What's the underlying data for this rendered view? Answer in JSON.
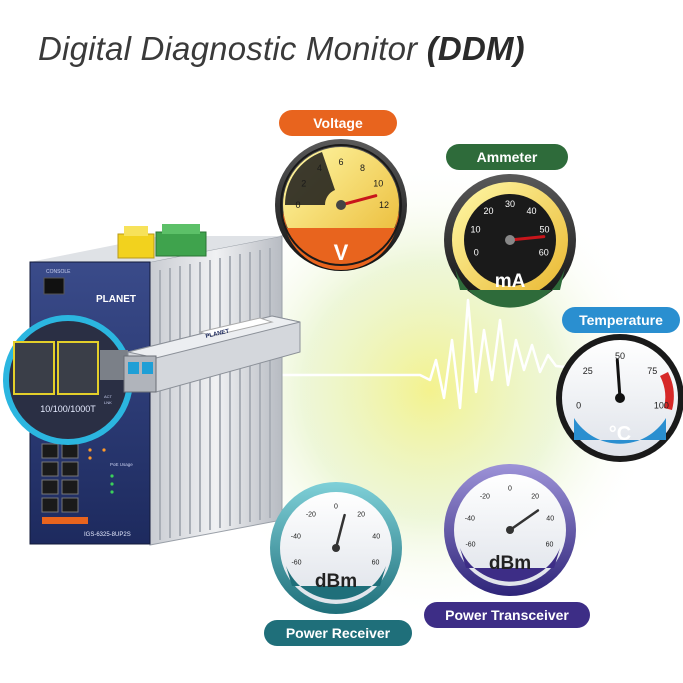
{
  "title": {
    "main": "Digital Diagnostic Monitor ",
    "bold": "(DDM)"
  },
  "colors": {
    "voltage": "#e8641e",
    "ammeter": "#2e6b3a",
    "temperature": "#2a8fd0",
    "power_receiver": "#1f6f7a",
    "power_transceiver": "#3d2d86"
  },
  "gauges": {
    "voltage": {
      "label": "Voltage",
      "unit": "V",
      "ticks": [
        "0",
        "2",
        "4",
        "6",
        "8",
        "10",
        "12"
      ],
      "reading": 11
    },
    "ammeter": {
      "label": "Ammeter",
      "unit": "mA",
      "ticks": [
        "0",
        "10",
        "20",
        "30",
        "40",
        "50",
        "60"
      ],
      "reading": 53
    },
    "temperature": {
      "label": "Temperature",
      "unit": "°C",
      "ticks": [
        "0",
        "25",
        "50",
        "75",
        "100"
      ],
      "reading": 48
    },
    "power_receiver": {
      "label": "Power Receiver",
      "unit": "dBm",
      "ticks": [
        "-60",
        "-40",
        "-20",
        "0",
        "20",
        "40",
        "60"
      ],
      "reading": 8
    },
    "power_transceiver": {
      "label": "Power Transceiver",
      "unit": "dBm",
      "ticks": [
        "-60",
        "-40",
        "-20",
        "0",
        "20",
        "40",
        "60"
      ],
      "reading": 30
    }
  },
  "device": {
    "brand": "PLANET",
    "port_label": "10/100/1000T",
    "model": "IGS-6325-8UP2S",
    "sfp_brand": "PLANET",
    "console_label": "CONSOLE",
    "led_labels": [
      "ACT",
      "LNK"
    ],
    "poe_label": "PoE Usage"
  },
  "icons": [
    "waveform-icon",
    "glow-background"
  ]
}
